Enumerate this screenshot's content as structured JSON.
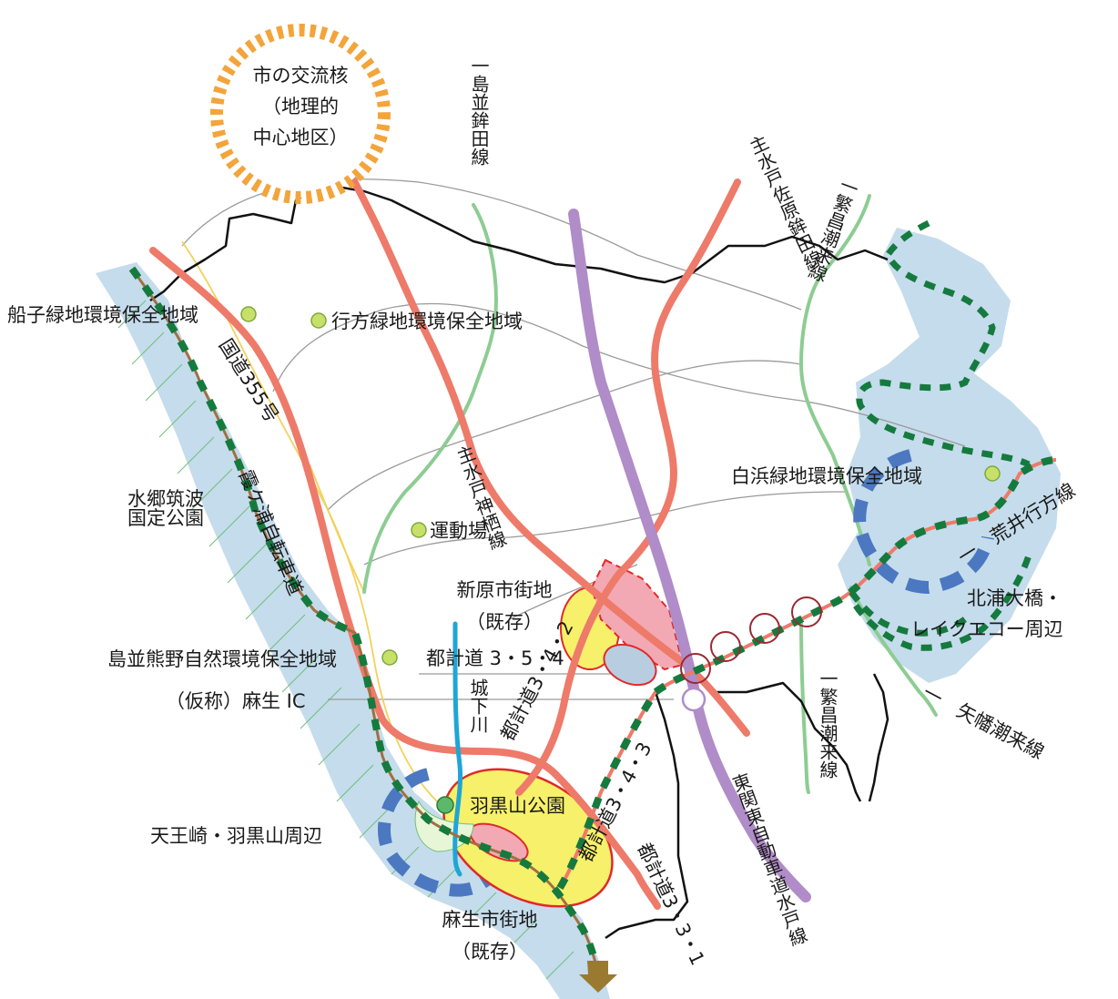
{
  "colors": {
    "water": "#c5dcec",
    "national_road": "#ee7a6a",
    "expressway": "#b08cc8",
    "prefectural_road": "#8dcc92",
    "river": "#1ea6d6",
    "boundary": "#111111",
    "greenway": "#157a3e",
    "zone_yellow": "#f7f06a",
    "zone_pink": "#f2a9b4",
    "zone_blue": "#b9cde0",
    "marker_green": "#c8e06a",
    "orange_ring": "#f3a43a",
    "blue_dash": "#4b78c0",
    "circle_red": "#9a2a32",
    "arrow": "#9a7a30"
  },
  "labels": {
    "core": [
      "市の交流核",
      "（地理的",
      "中心地区）"
    ],
    "funako": "船子緑地環境保全地域",
    "namekata": "行方緑地環境保全地域",
    "route355": "国道355号",
    "suigo": [
      "水郷筑波",
      "国定公園"
    ],
    "kasumigaura_cycle": "霞ケ浦自転車道",
    "undoujou": "運動場",
    "shimanami_kumano": "島並熊野自然環境保全地域",
    "aso_ic": "（仮称）麻生 IC",
    "tosikei_354": "都計道 3・5・4",
    "niihara": [
      "新原市街地",
      "（既存）"
    ],
    "shirohama": "白浜緑地環境保全地域",
    "arai_namekata": "一　荒井行方線",
    "kitaura": [
      "北浦大橋・",
      "レイクエコー周辺"
    ],
    "yahata": "一　矢幡潮来線",
    "tennozaki": "天王崎・羽黒山周辺",
    "hagurosan": "羽黒山公園",
    "aso_town": [
      "麻生市街地",
      "（既存）"
    ],
    "shimanami_hokota": "一島並鉾田線",
    "mito_sawara_hokota": "主水戸佐原鉾田線",
    "hanma_itako": "一繁昌潮来線",
    "mito_kamisu": "主水戸神栖線",
    "higashi_kanto": "東関東自動車道水戸線",
    "hanma_itako_2": "一繁昌潮来線",
    "tosikei_342": "都計道3・4・2",
    "tosikei_343": "都計道3・4・3",
    "tosikei_331": "都計道3・3・1",
    "shitakawa": "城下川"
  }
}
